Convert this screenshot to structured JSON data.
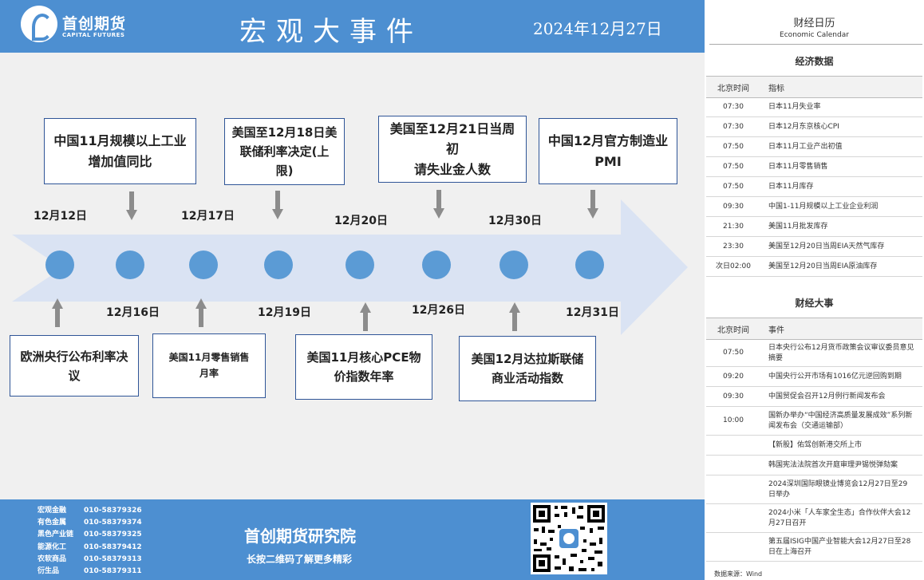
{
  "header": {
    "logo_cn": "首创期货",
    "logo_en": "CAPITAL FUTURES",
    "title": "宏观大事件",
    "date": "2024年12月27日"
  },
  "timeline": {
    "top_dates": [
      "12月12日",
      "12月17日",
      "12月20日",
      "12月30日"
    ],
    "bottom_dates": [
      "12月16日",
      "12月19日",
      "12月26日",
      "12月31日"
    ],
    "top_events": [
      [
        "中国11月规模以上工业",
        "增加值同比"
      ],
      [
        "美国至12月18日美",
        "联储利率决定(上限)"
      ],
      [
        "美国至12月21日当周初",
        "请失业金人数"
      ],
      [
        "中国12月官方制造业",
        "PMI"
      ]
    ],
    "bottom_events": [
      [
        "欧洲央行公布利率决",
        "议"
      ],
      [
        "美国11月零售销售",
        "月率"
      ],
      [
        "美国11月核心PCE物",
        "价指数年率"
      ],
      [
        "美国12月达拉斯联储",
        "商业活动指数"
      ]
    ]
  },
  "footer": {
    "contacts": [
      {
        "dept": "宏观金融",
        "phone": "010-58379326"
      },
      {
        "dept": "有色金属",
        "phone": "010-58379374"
      },
      {
        "dept": "黑色产业链",
        "phone": "010-58379325"
      },
      {
        "dept": "能源化工",
        "phone": "010-58379412"
      },
      {
        "dept": "农软商品",
        "phone": "010-58379313"
      },
      {
        "dept": "衍生品",
        "phone": "010-58379311"
      }
    ],
    "institute": "首创期货研究院",
    "slogan": "长按二维码了解更多精彩"
  },
  "calendar": {
    "title": "财经日历",
    "subtitle": "Economic Calendar",
    "econ_title": "经济数据",
    "events_title": "财经大事",
    "col_time": "北京时间",
    "col_indicator": "指标",
    "col_event": "事件",
    "econ_rows": [
      {
        "time": "07:30",
        "item": "日本11月失业率"
      },
      {
        "time": "07:30",
        "item": "日本12月东京核心CPI"
      },
      {
        "time": "07:50",
        "item": "日本11月工业产出初值"
      },
      {
        "time": "07:50",
        "item": "日本11月零售销售"
      },
      {
        "time": "07:50",
        "item": "日本11月库存"
      },
      {
        "time": "09:30",
        "item": "中国1-11月规模以上工业企业利润"
      },
      {
        "time": "21:30",
        "item": "美国11月批发库存"
      },
      {
        "time": "23:30",
        "item": "美国至12月20日当周EIA天然气库存"
      },
      {
        "time": "次日02:00",
        "item": "美国至12月20日当周EIA原油库存"
      }
    ],
    "event_rows": [
      {
        "time": "07:50",
        "item": "日本央行公布12月货币政策会议审议委员意见摘要"
      },
      {
        "time": "09:20",
        "item": "中国央行公开市场有1016亿元逆回购到期"
      },
      {
        "time": "09:30",
        "item": "中国贸促会召开12月例行新闻发布会"
      },
      {
        "time": "10:00",
        "item": "国新办举办“中国经济高质量发展成效”系列新闻发布会（交通运输部）"
      },
      {
        "time": "",
        "item": "【新股】佑驾创新港交所上市"
      },
      {
        "time": "",
        "item": "韩国宪法法院首次开庭审理尹锡悦弹劾案"
      },
      {
        "time": "",
        "item": "2024深圳国际眼镜业博览会12月27日至29日举办"
      },
      {
        "time": "",
        "item": "2024小米「人车家全生态」合作伙伴大会12月27日召开"
      },
      {
        "time": "",
        "item": "第五届ISIG中国产业智能大会12月27日至28日在上海召开"
      }
    ],
    "source": "数据来源：Wind"
  },
  "colors": {
    "brand_blue": "#4d8fd1",
    "dot_blue": "#5b9bd5",
    "arrow_fill": "#dae3f3",
    "box_border": "#2f5597"
  }
}
